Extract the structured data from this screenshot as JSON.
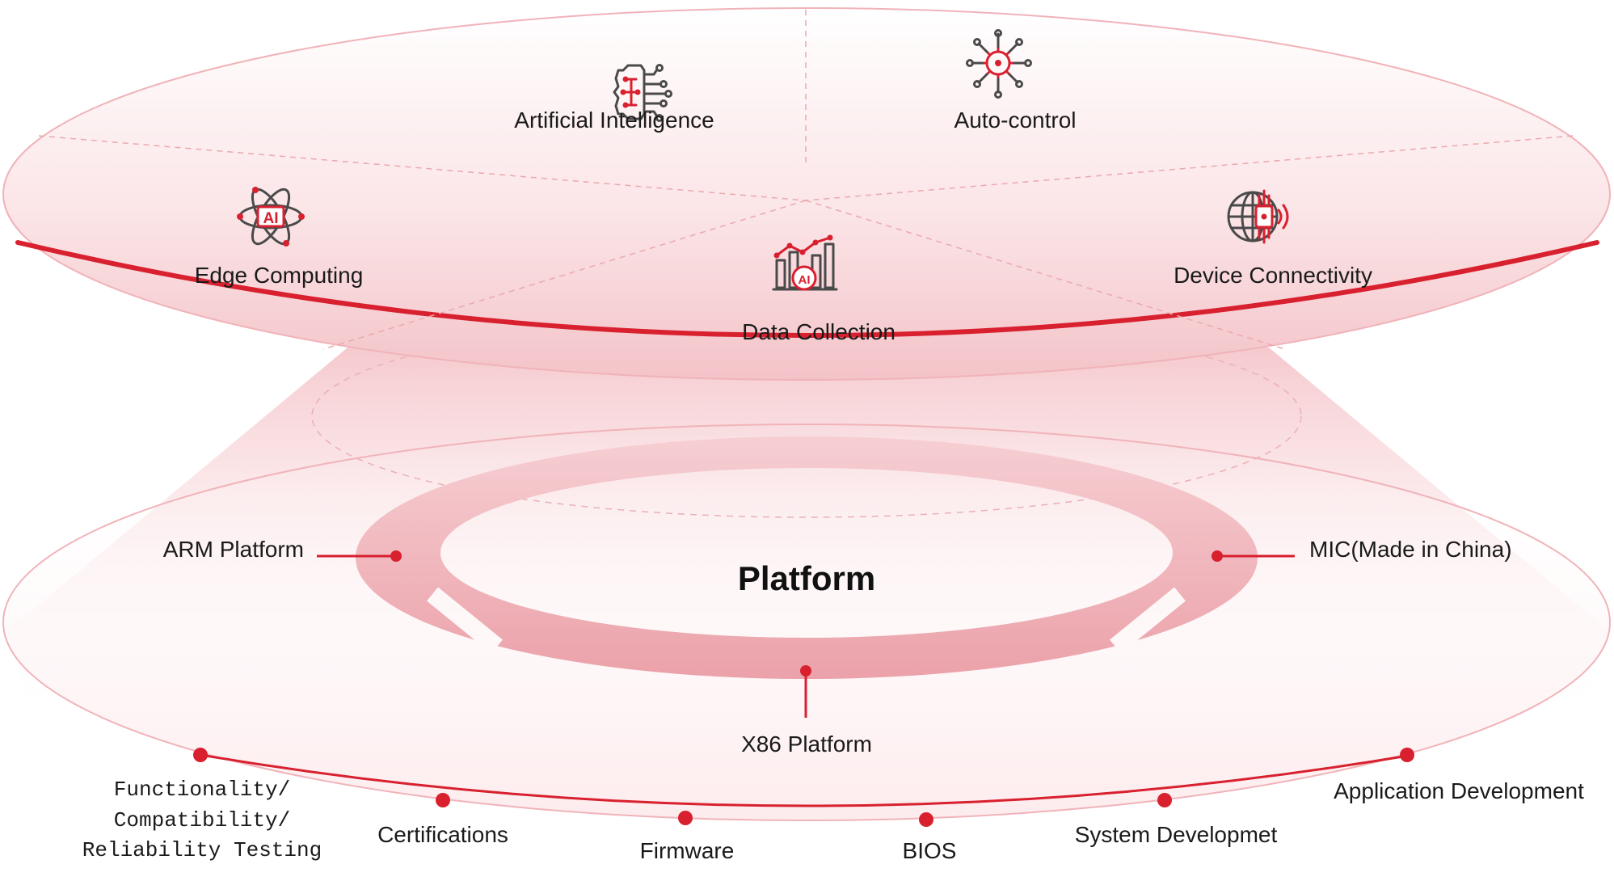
{
  "colors": {
    "accent": "#d8202f",
    "ring_fill": "#eea6ad",
    "text": "#1a1a1a"
  },
  "top_disc": {
    "items": [
      {
        "label": "Artificial Intelligence",
        "icon": "brain-circuit-icon"
      },
      {
        "label": "Auto-control",
        "icon": "gear-circuit-icon"
      },
      {
        "label": "Edge Computing",
        "icon": "ai-atom-icon"
      },
      {
        "label": "Device Connectivity",
        "icon": "globe-signal-icon"
      },
      {
        "label": "Data Collection",
        "icon": "ai-bar-chart-icon"
      }
    ]
  },
  "platform": {
    "title": "Platform",
    "segments": {
      "left": "ARM Platform",
      "right": "MIC(Made in China)",
      "bottom": "X86 Platform"
    }
  },
  "services": {
    "testing_lines": [
      "Functionality/",
      "Compatibility/",
      "Reliability Testing"
    ],
    "certifications": "Certifications",
    "firmware": "Firmware",
    "bios": "BIOS",
    "system_development": "System Developmet",
    "application_development": "Application Development"
  }
}
